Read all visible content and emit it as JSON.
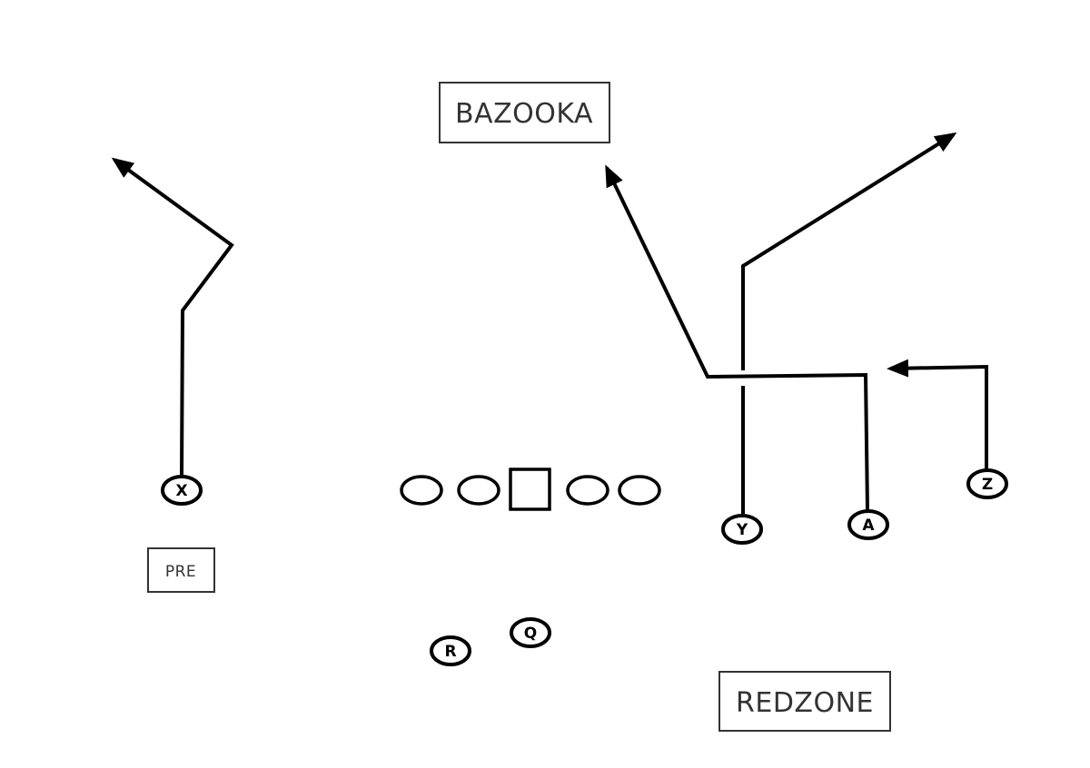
{
  "labels": {
    "play_name": "BAZOOKA",
    "formation": "PRE",
    "situation": "REDZONE"
  },
  "players": {
    "x": "X",
    "y": "Y",
    "a": "A",
    "z": "Z",
    "r": "R",
    "q": "Q"
  },
  "colors": {
    "ink": "#000000",
    "label_border": "#333333",
    "background": "#ffffff"
  }
}
